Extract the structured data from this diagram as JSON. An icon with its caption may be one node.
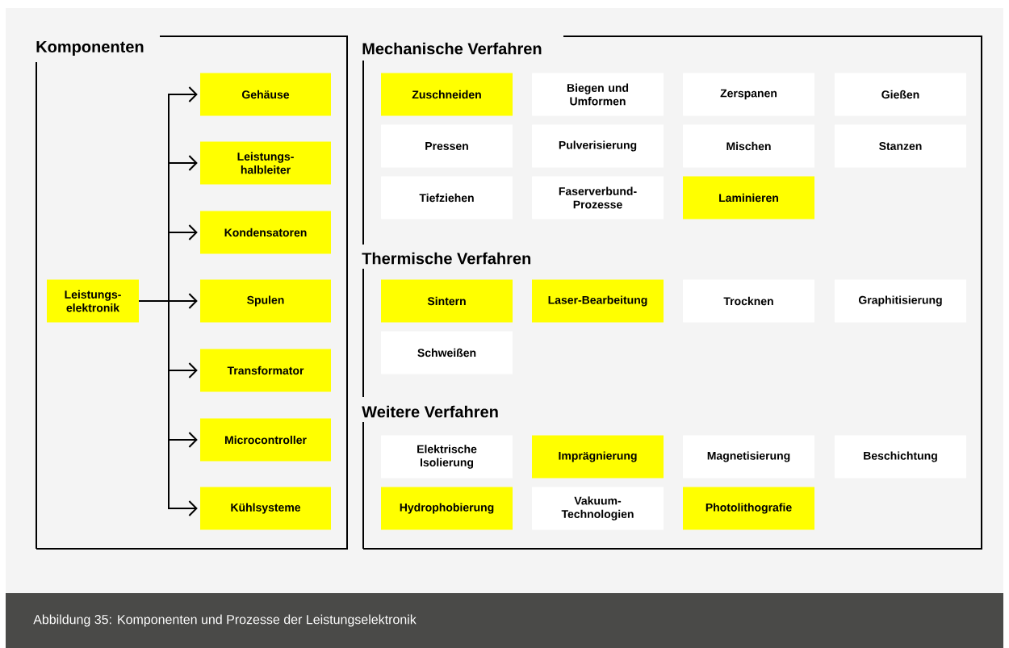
{
  "diagram": {
    "caption": "Abbildung 35: Komponenten und Prozesse der Leistungselektronik",
    "nodes": [
      {
        "text": [
          "Komponenten"
        ]
      },
      {
        "text": [
          "Leistungs-elektronik"
        ],
        "in": 0
      },
      {
        "text": [
          "Gehäuse"
        ],
        "in": 0
      },
      {
        "text": [
          "Leistungs-halbleiter"
        ],
        "in": 0
      },
      {
        "text": [
          "Kondensatoren"
        ],
        "in": 0
      },
      {
        "text": [
          "Spulen"
        ],
        "in": 0
      },
      {
        "text": [
          "Transformator"
        ],
        "in": 0
      },
      {
        "text": [
          "Microcontroller"
        ],
        "in": 0
      },
      {
        "text": [
          "Kühlsysteme"
        ],
        "in": 0
      },
      {
        "text": [
          "Mechanische Verfahren",
          "Thermische Verfahren",
          "Weitere Verfahren"
        ]
      },
      {
        "text": [
          "Zuschneiden"
        ],
        "in": 9
      },
      {
        "text": [
          "Biegen und Umformen"
        ],
        "in": 9
      },
      {
        "text": [
          "Zerspanen"
        ],
        "in": 9
      },
      {
        "text": [
          "Gießen"
        ],
        "in": 9
      },
      {
        "text": [
          "Pressen"
        ],
        "in": 9
      },
      {
        "text": [
          "Pulverisierung"
        ],
        "in": 9
      },
      {
        "text": [
          "Mischen"
        ],
        "in": 9
      },
      {
        "text": [
          "Stanzen"
        ],
        "in": 9
      },
      {
        "text": [
          "Tiefziehen"
        ],
        "in": 9
      },
      {
        "text": [
          "Faserverbund-Prozesse"
        ],
        "in": 9
      },
      {
        "text": [
          "Laminieren"
        ],
        "in": 9
      },
      {
        "text": [
          "Sintern"
        ],
        "in": 9
      },
      {
        "text": [
          "Laser-Bearbeitung"
        ],
        "in": 9
      },
      {
        "text": [
          "Trocknen"
        ],
        "in": 9
      },
      {
        "text": [
          "Graphitisierung"
        ],
        "in": 9
      },
      {
        "text": [
          "Schweißen"
        ],
        "in": 9
      },
      {
        "text": [
          "Elektrische Isolierung"
        ],
        "in": 9
      },
      {
        "text": [
          "Imprägnierung"
        ],
        "in": 9
      },
      {
        "text": [
          "Magnetisierung"
        ],
        "in": 9
      },
      {
        "text": [
          "Beschichtung"
        ],
        "in": 9
      },
      {
        "text": [
          "Hydrophobierung"
        ],
        "in": 9
      },
      {
        "text": [
          "Vakuum-Technologien"
        ],
        "in": 9
      },
      {
        "text": [
          "Photolithografie"
        ],
        "in": 9
      }
    ],
    "edges": [
      {
        "from": 1,
        "to": 2,
        "arrow": "to"
      },
      {
        "from": 1,
        "to": 3,
        "arrow": "to"
      },
      {
        "from": 1,
        "to": 4,
        "arrow": "to"
      },
      {
        "from": 1,
        "to": 5,
        "arrow": "to"
      },
      {
        "from": 1,
        "to": 6,
        "arrow": "to"
      },
      {
        "from": 1,
        "to": 7,
        "arrow": "to"
      },
      {
        "from": 1,
        "to": 8,
        "arrow": "to"
      }
    ]
  }
}
